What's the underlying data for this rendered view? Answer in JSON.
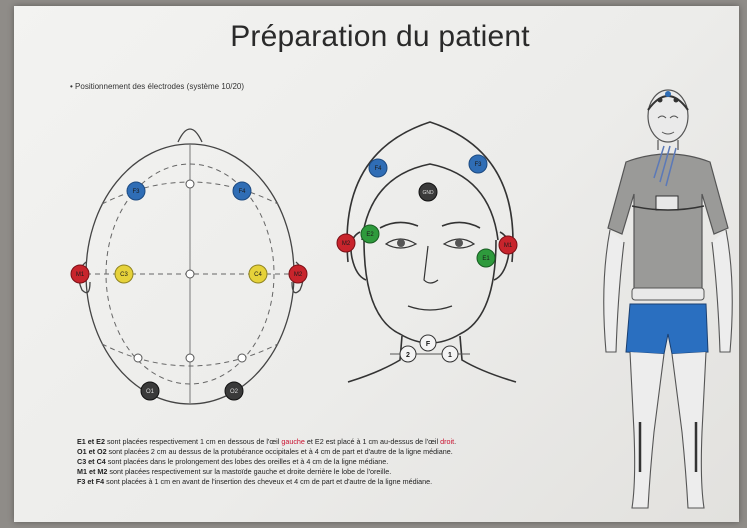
{
  "title": "Préparation du patient",
  "subtitle": "Positionnement des électrodes (système 10/20)",
  "colors": {
    "electrode_blue": "#2f6db5",
    "electrode_red": "#c8242c",
    "electrode_yellow": "#e6d23a",
    "electrode_green": "#2e9a3c",
    "electrode_dark": "#3a3a3a",
    "shorts_blue": "#2a6fc0",
    "highlight_red": "#c8102e"
  },
  "top_view": {
    "electrodes": [
      {
        "label": "F3",
        "color": "blue"
      },
      {
        "label": "F4",
        "color": "blue"
      },
      {
        "label": "C3",
        "color": "yellow"
      },
      {
        "label": "C4",
        "color": "yellow"
      },
      {
        "label": "M1",
        "color": "red"
      },
      {
        "label": "M2",
        "color": "red"
      },
      {
        "label": "O1",
        "color": "dark"
      },
      {
        "label": "O2",
        "color": "dark"
      }
    ]
  },
  "face_view": {
    "electrodes": [
      {
        "label": "F4",
        "color": "blue"
      },
      {
        "label": "F3",
        "color": "blue"
      },
      {
        "label": "GND",
        "color": "dark"
      },
      {
        "label": "M2",
        "color": "red"
      },
      {
        "label": "M1",
        "color": "red"
      },
      {
        "label": "E2",
        "color": "green"
      },
      {
        "label": "E1",
        "color": "green"
      },
      {
        "label": "F",
        "color": "white"
      },
      {
        "label": "2",
        "color": "white"
      },
      {
        "label": "1",
        "color": "white"
      }
    ]
  },
  "notes": [
    {
      "lead": "E1 et E2",
      "text1": " sont placées respectivement 1 cm en dessous de l'œil ",
      "hl1": "gauche",
      "text2": " et E2 est placé à 1 cm au-dessus de l'œil ",
      "hl2": "droit",
      "text3": "."
    },
    {
      "lead": "O1 et O2",
      "text1": " sont placées  2 cm au dessus de la protubérance occipitales et  à 4 cm de part et d'autre de la ligne médiane.",
      "hl1": "",
      "text2": "",
      "hl2": "",
      "text3": ""
    },
    {
      "lead": "C3 et C4",
      "text1": " sont placées dans le prolongement des lobes des oreilles et à 4 cm de la ligne médiane.",
      "hl1": "",
      "text2": "",
      "hl2": "",
      "text3": ""
    },
    {
      "lead": "M1 et M2",
      "text1": " sont placées respectivement sur la mastoïde gauche et droite derrière le lobe de l'oreille.",
      "hl1": "",
      "text2": "",
      "hl2": "",
      "text3": ""
    },
    {
      "lead": "F3 et F4",
      "text1": " sont placées à 1 cm en avant de l'insertion des cheveux et 4 cm de part et d'autre de la ligne médiane.",
      "hl1": "",
      "text2": "",
      "hl2": "",
      "text3": ""
    }
  ]
}
